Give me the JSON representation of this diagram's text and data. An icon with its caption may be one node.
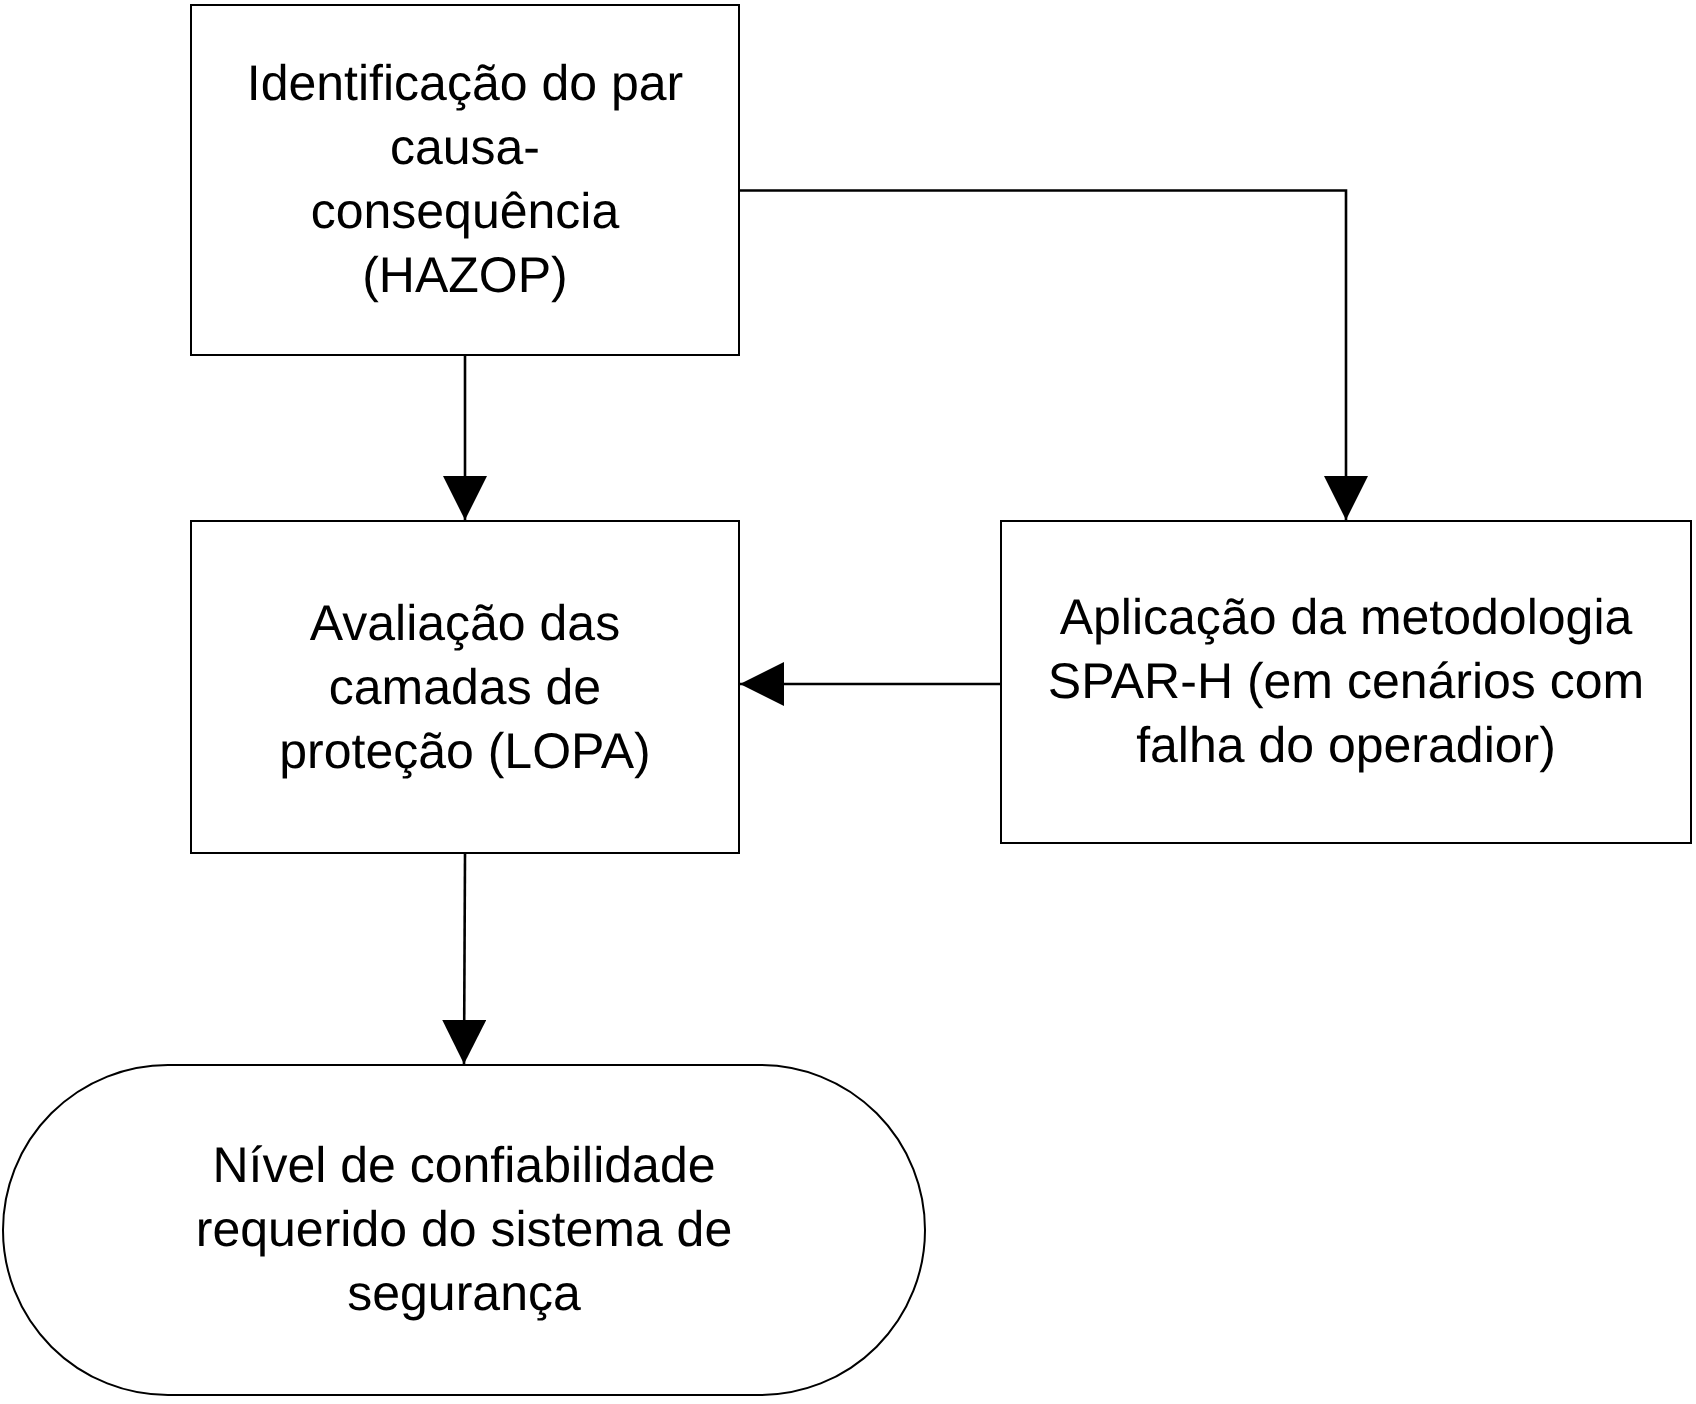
{
  "diagram": {
    "nodes": [
      {
        "text": [
          "Identificação do par causa-consequência (HAZOP)"
        ]
      },
      {
        "text": [
          "Avaliação das camadas de proteção (LOPA)"
        ]
      },
      {
        "text": [
          "Aplicação da metodologia SPAR-H (em cenários com falha do operadior)"
        ]
      },
      {
        "text": [
          "Nível de confiabilidade requerido do sistema de segurança"
        ]
      }
    ],
    "edges": [
      {
        "from": 0,
        "to": 1,
        "arrow": "to"
      },
      {
        "from": 0,
        "to": 2,
        "arrow": "to"
      },
      {
        "from": 2,
        "to": 1,
        "arrow": "to"
      },
      {
        "from": 1,
        "to": 3,
        "arrow": "to"
      }
    ]
  }
}
